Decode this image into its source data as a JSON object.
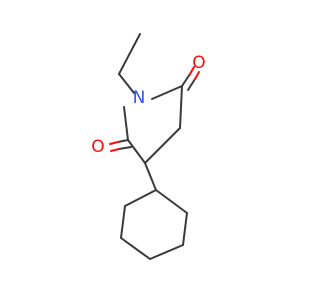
{
  "molecule": {
    "atoms": {
      "nitrogen": {
        "label": "N",
        "color": "#3050f8"
      },
      "oxygen_right": {
        "label": "O",
        "color": "#ff0d0d"
      },
      "oxygen_left": {
        "label": "O",
        "color": "#ff0d0d"
      }
    },
    "bond_color": "#3a3a3a"
  }
}
